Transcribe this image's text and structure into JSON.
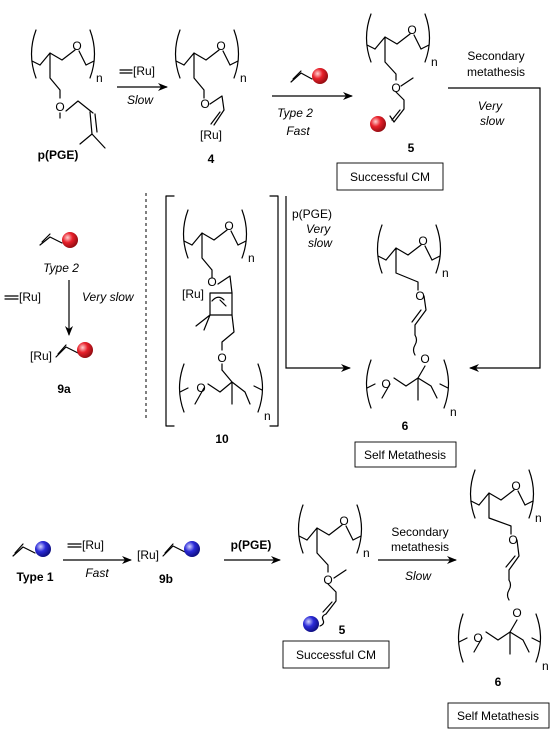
{
  "compounds": {
    "ppge": "p(PGE)",
    "c4": "4",
    "c5a": "5",
    "c6a": "6",
    "c9a": "9a",
    "c10": "10",
    "c9b": "9b",
    "c5b": "5",
    "c6b": "6",
    "type1": "Type 1"
  },
  "atoms": {
    "O": "O",
    "n": "n",
    "Ru": "[Ru]"
  },
  "arrows": {
    "a1_top": "[Ru]",
    "a1_bottom": "Slow",
    "a2_top": "Type 2",
    "a2_bottom": "Fast",
    "a3_top1": "Secondary",
    "a3_top2": "metathesis",
    "a3_bottom1": "Very",
    "a3_bottom2": "slow",
    "a4_top": "Type 2",
    "a4_reagent": "[Ru]",
    "a4_side": "Very slow",
    "a5_top1": "p(PGE)",
    "a5_top2": "Very",
    "a5_top3": "slow",
    "a6_top": "[Ru]",
    "a6_bottom": "Fast",
    "a7_top": "p(PGE)",
    "a8_top1": "Secondary",
    "a8_top2": "metathesis",
    "a8_bottom": "Slow"
  },
  "boxes": {
    "cm1": "Successful CM",
    "self1": "Self Metathesis",
    "cm2": "Successful CM",
    "self2": "Self Metathesis"
  },
  "colors": {
    "red_ball": "#e8202a",
    "blue_ball": "#2b2bd8"
  }
}
